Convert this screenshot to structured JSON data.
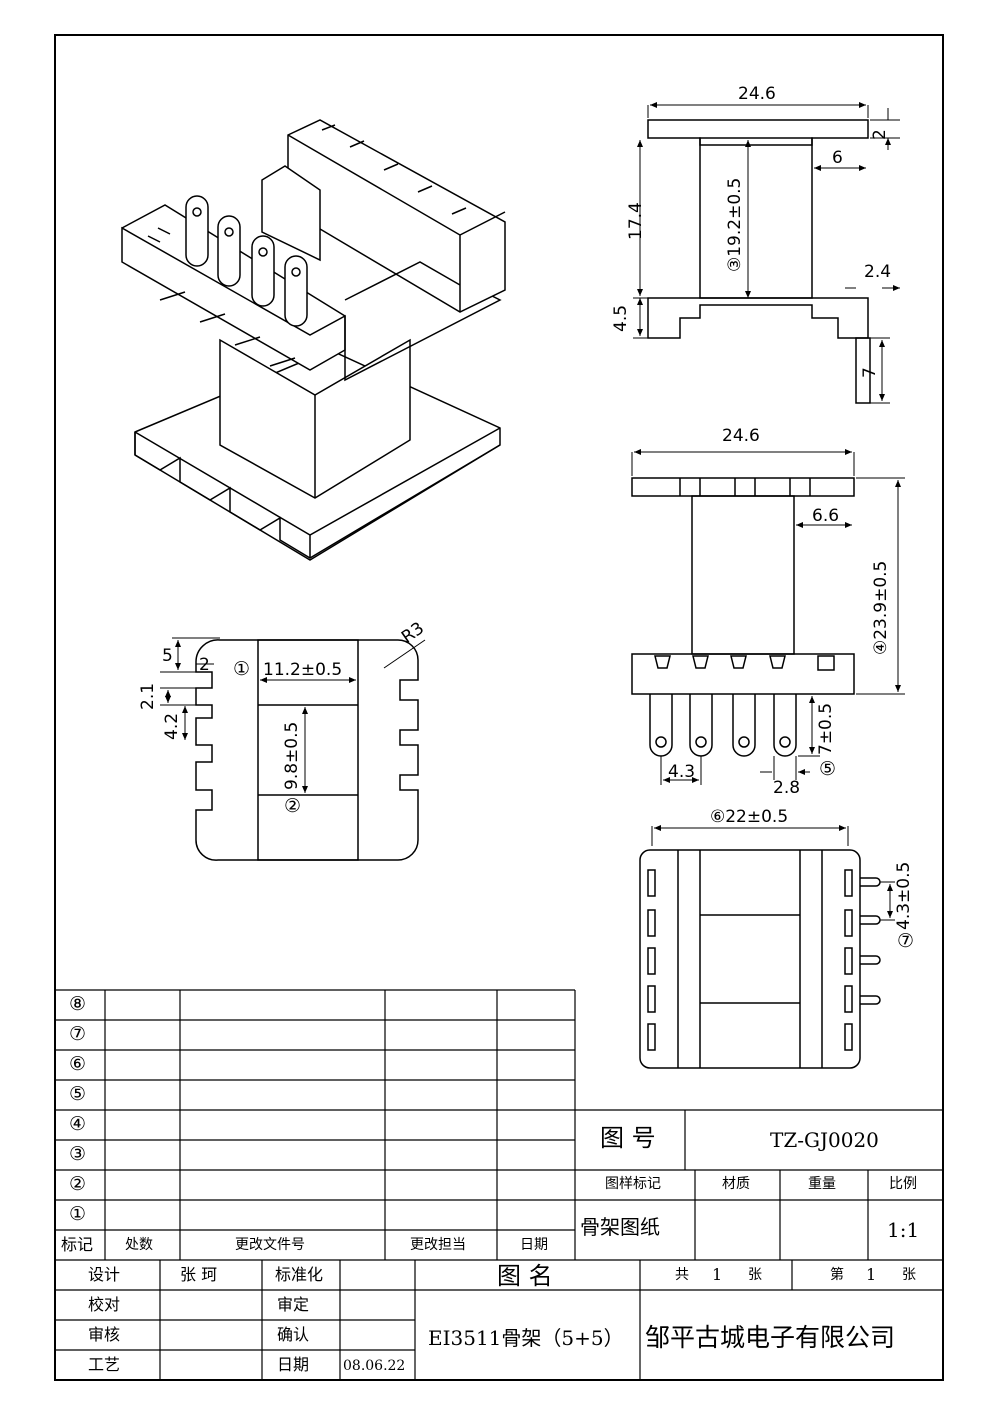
{
  "iso_view": {},
  "side_view": {
    "dims": {
      "top_width": "24.6",
      "top_thk": "2",
      "flange_offset": "6",
      "height": "17.4",
      "inner": "③19.2±0.5",
      "pin_thk": "2.4",
      "base": "4.5",
      "pin_len": "7"
    }
  },
  "front_view": {
    "dims": {
      "top_width": "24.6",
      "offset": "6.6",
      "height": "④23.9±0.5",
      "pin_len": "7±0.5",
      "circled_5": "⑤",
      "pitch": "4.3",
      "pin_w": "2.8"
    }
  },
  "top_view": {
    "dims": {
      "d5": "5",
      "d2": "2",
      "d21": "2.1",
      "d42": "4.2",
      "window": "①",
      "window_w": "11.2±0.5",
      "window_h": "9.8±0.5",
      "circled_2": "②",
      "r3": "R3"
    }
  },
  "bottom_view": {
    "dims": {
      "width": "⑥22±0.5",
      "pin_pitch": "4.3±0.5",
      "circled_7": "⑦"
    }
  },
  "revision_table": {
    "rows": [
      "⑧",
      "⑦",
      "⑥",
      "⑤",
      "④",
      "③",
      "②",
      "①"
    ],
    "header": {
      "c1": "标记",
      "c2": "处数",
      "c3": "更改文件号",
      "c4": "更改担当",
      "c5": "日期"
    }
  },
  "title_block": {
    "drawing_no_label": "图  号",
    "drawing_no": "TZ-GJ0020",
    "mark_label": "图样标记",
    "material_label": "材质",
    "weight_label": "重量",
    "scale_label": "比例",
    "drawing_type": "骨架图纸",
    "scale": "1:1",
    "design_label": "设计",
    "designer": "张  珂",
    "standard_label": "标准化",
    "name_label": "图  名",
    "total_label": "共",
    "total": "1",
    "sheet_unit": "张",
    "page_label": "第",
    "page": "1",
    "page_unit": "张",
    "check_label": "校对",
    "review_label": "审定",
    "audit_label": "审核",
    "confirm_label": "确认",
    "craft_label": "工艺",
    "date_label": "日期",
    "date": "08.06.22",
    "part_name": "EI3511骨架（5+5）",
    "company": "邹平古城电子有限公司"
  }
}
